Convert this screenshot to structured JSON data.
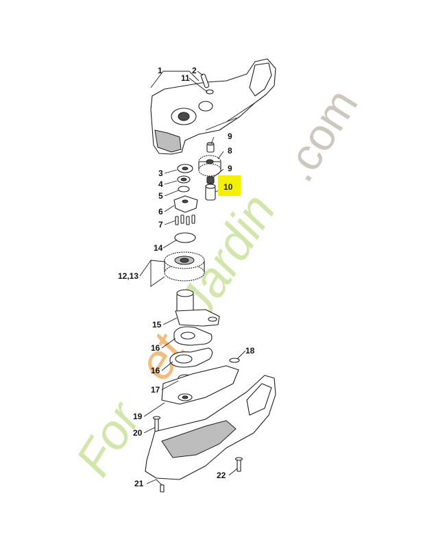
{
  "diagram": {
    "highlighted_part": "10",
    "highlight_color": "#f4f000",
    "callouts": [
      {
        "id": "c1",
        "label": "1"
      },
      {
        "id": "c2",
        "label": "2"
      },
      {
        "id": "c11",
        "label": "11"
      },
      {
        "id": "c9a",
        "label": "9"
      },
      {
        "id": "c8",
        "label": "8"
      },
      {
        "id": "c9b",
        "label": "9"
      },
      {
        "id": "c10",
        "label": "10"
      },
      {
        "id": "c3",
        "label": "3"
      },
      {
        "id": "c4",
        "label": "4"
      },
      {
        "id": "c5",
        "label": "5"
      },
      {
        "id": "c6",
        "label": "6"
      },
      {
        "id": "c7",
        "label": "7"
      },
      {
        "id": "c14",
        "label": "14"
      },
      {
        "id": "c1213",
        "label": "12,13"
      },
      {
        "id": "c15",
        "label": "15"
      },
      {
        "id": "c16a",
        "label": "16"
      },
      {
        "id": "c18",
        "label": "18"
      },
      {
        "id": "c16b",
        "label": "16"
      },
      {
        "id": "c17",
        "label": "17"
      },
      {
        "id": "c19",
        "label": "19"
      },
      {
        "id": "c20",
        "label": "20"
      },
      {
        "id": "c21",
        "label": "21"
      },
      {
        "id": "c22",
        "label": "22"
      }
    ]
  },
  "watermark": {
    "brand_left": "For",
    "brand_mid": "et",
    "brand_right": "Jardin",
    "brand_suffix": ".com",
    "green_color": "#c9e29a",
    "orange_color": "#f2b066",
    "grey_color": "#c4bfb2"
  }
}
